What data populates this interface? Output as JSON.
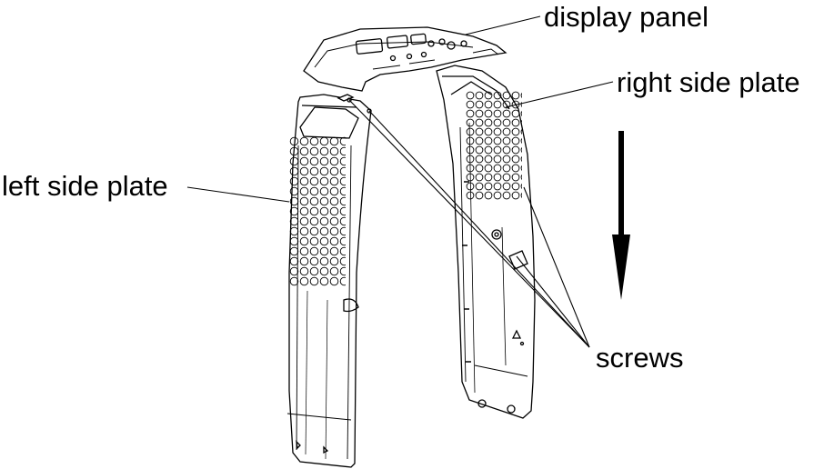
{
  "labels": {
    "display_panel": "display panel",
    "right_side_plate": "right side plate",
    "left_side_plate": "left side plate",
    "screws": "screws"
  },
  "colors": {
    "ink": "#000000",
    "paper": "#ffffff"
  },
  "arrow": {
    "direction": "down"
  }
}
